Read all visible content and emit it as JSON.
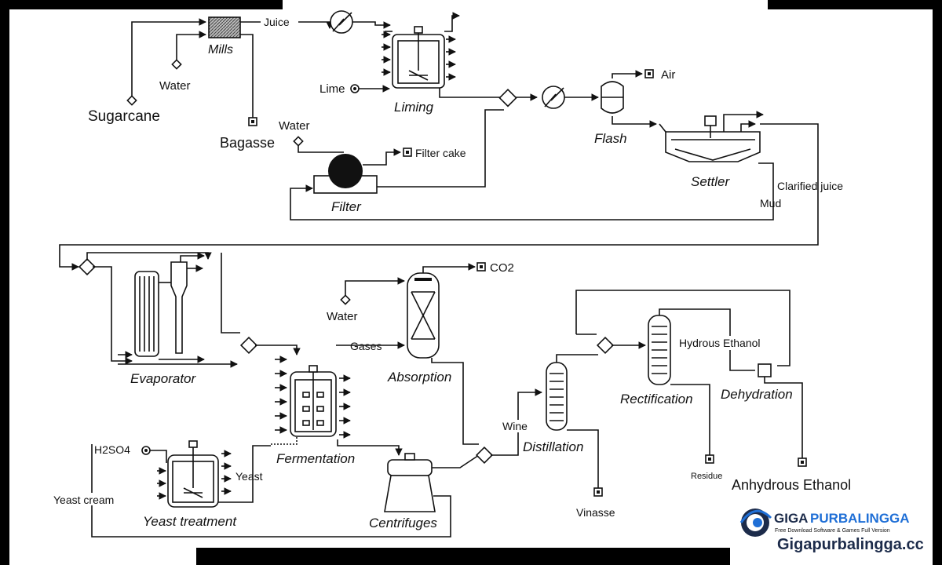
{
  "diagram": {
    "units": {
      "mills": "Mills",
      "liming": "Liming",
      "flash": "Flash",
      "settler": "Settler",
      "filter": "Filter",
      "evaporator": "Evaporator",
      "fermentation": "Fermentation",
      "absorption": "Absorption",
      "yeast_treatment": "Yeast treatment",
      "centrifuges": "Centrifuges",
      "distillation": "Distillation",
      "rectification": "Rectification",
      "dehydration": "Dehydration"
    },
    "streams": {
      "juice": "Juice",
      "water_mills": "Water",
      "sugarcane": "Sugarcane",
      "bagasse": "Bagasse",
      "lime": "Lime",
      "air": "Air",
      "water_filter": "Water",
      "filter_cake": "Filter cake",
      "clarified_juice": "Clarified juice",
      "mud": "Mud",
      "co2": "CO2",
      "water_absorption": "Water",
      "gases": "Gases",
      "hydrous_ethanol": "Hydrous Ethanol",
      "h2so4": "H2SO4",
      "yeast": "Yeast",
      "yeast_cream": "Yeast cream",
      "wine": "Wine",
      "vinasse": "Vinasse",
      "residue": "Residue",
      "anhydrous_ethanol": "Anhydrous Ethanol"
    }
  },
  "watermark": {
    "brand_part1": "GIGA",
    "brand_part2": "PURBALINGGA",
    "tagline": "Free Download Software & Games Full Version",
    "url": "Gigapurbalingga.cc"
  },
  "colors": {
    "background": "#ffffff",
    "frame": "#000000",
    "line": "#111111",
    "brand_dark": "#1c2b4a",
    "brand_blue": "#1f6fd6"
  }
}
